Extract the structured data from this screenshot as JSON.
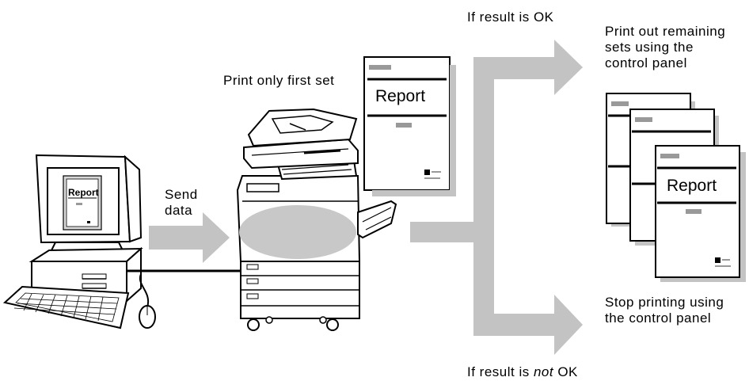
{
  "labels": {
    "send_data_line1": "Send",
    "send_data_line2": "data",
    "print_first_set": "Print only first set",
    "if_ok": "If result is OK",
    "print_remaining_line1": "Print out remaining",
    "print_remaining_line2": "sets using the",
    "print_remaining_line3": "control panel",
    "stop_line1": "Stop printing using",
    "stop_line2": "the control panel",
    "if_not_ok_prefix": "If result is ",
    "if_not_ok_emph": "not",
    "if_not_ok_suffix": " OK"
  },
  "documents": {
    "monitor_doc_title": "Report",
    "first_set_doc_title": "Report",
    "stack_doc_title": "Report"
  },
  "colors": {
    "arrow_gray": "#c3c3c3",
    "ink": "#000000",
    "highlight_gray": "#c8c8c8"
  }
}
